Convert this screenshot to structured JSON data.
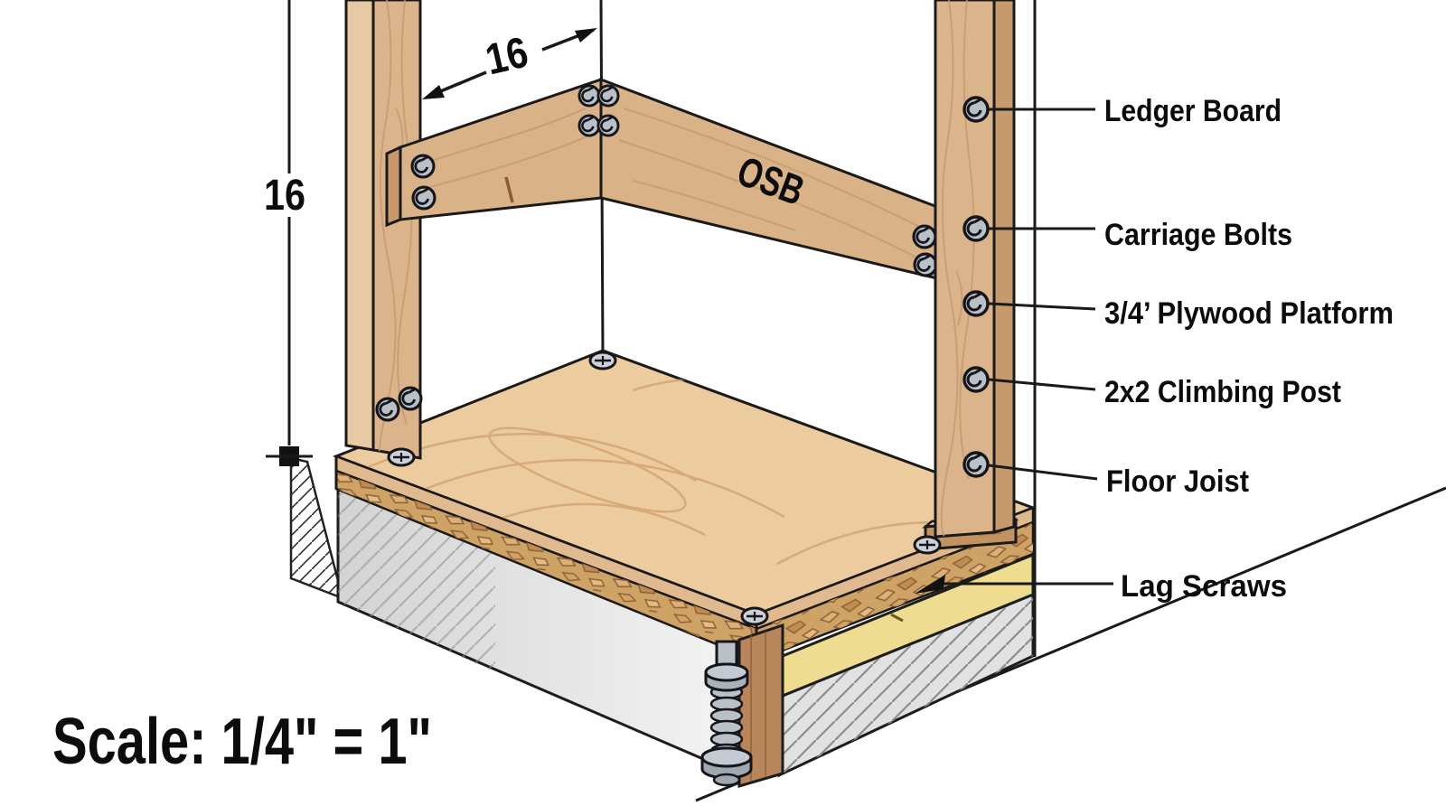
{
  "diagram": {
    "scale_label": "Scale: 1/4\" = 1\"",
    "dim_vertical": "16",
    "dim_horizontal": "16",
    "board_marking": "OSB",
    "callouts": [
      {
        "label": "Ledger Board"
      },
      {
        "label": "Carriage Bolts"
      },
      {
        "label": "3/4’ Plywood Platform"
      },
      {
        "label": "2x2 Climbing Post"
      },
      {
        "label": "Floor Joist"
      },
      {
        "label": "Lag Scraws"
      }
    ],
    "colors": {
      "wood_face": "#dcb48c",
      "wood_light": "#e7c9a4",
      "wood_dark": "#c79a6d",
      "board_face": "#dab287",
      "plywood_top": "#eccb9f",
      "plywood_edge": "#e0b98e",
      "osb_band": "#cfa266",
      "sill_yellow": "#eedc90",
      "joist_brown": "#b9855a",
      "cut_gray": "#e1e1e1",
      "metal": "#b9c0c7",
      "outline": "#1a1a1a"
    }
  }
}
